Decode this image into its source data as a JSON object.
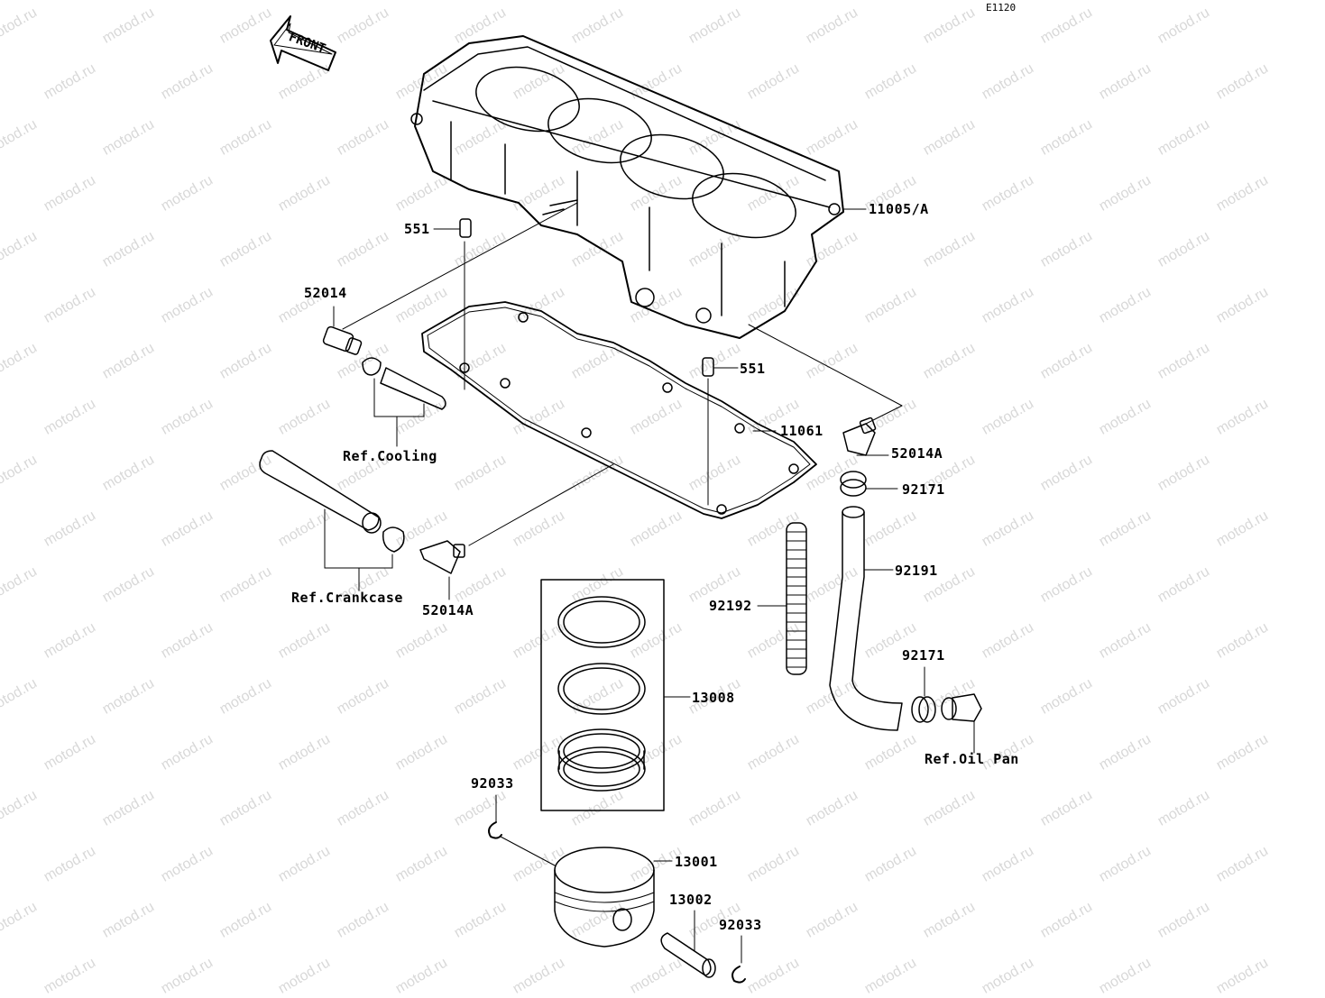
{
  "diagram_code": "E1120",
  "front_label": "FRONT",
  "watermark": "motod.ru",
  "parts": {
    "cylinder": "11005/A",
    "dowel_upper": "551",
    "dowel_lower": "551",
    "fitting_left": "52014",
    "gasket": "11061",
    "elbow_right": "52014A",
    "clamp_upper": "92171",
    "hose_corrugated": "92192",
    "hose_bent": "92191",
    "clamp_lower": "92171",
    "elbow_left": "52014A",
    "ring_set": "13008",
    "circlip_left": "92033",
    "piston": "13001",
    "piston_pin": "13002",
    "circlip_right": "92033"
  },
  "refs": {
    "cooling": "Ref.Cooling",
    "crankcase": "Ref.Crankcase",
    "oil_pan": "Ref.Oil Pan"
  }
}
